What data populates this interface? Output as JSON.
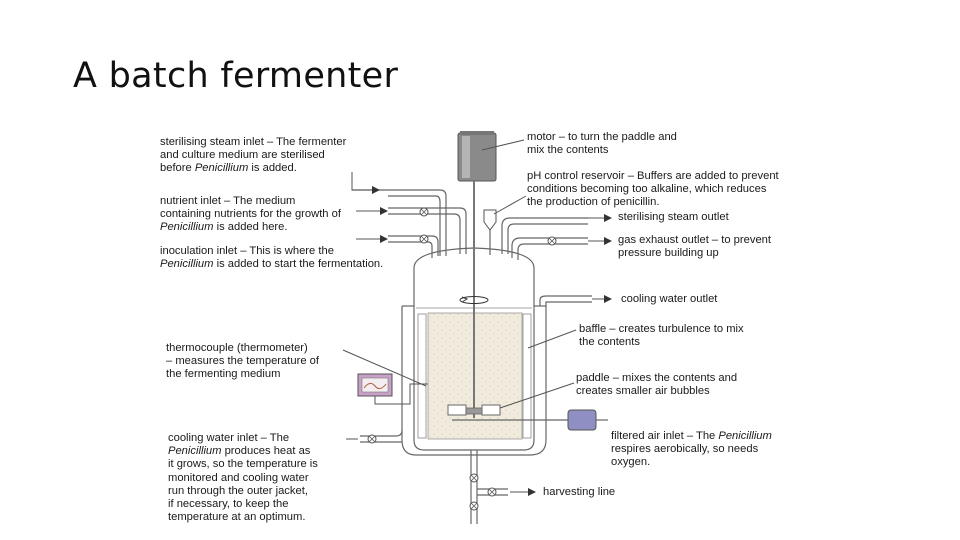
{
  "slide": {
    "title": "A batch fermenter"
  },
  "labels": {
    "steam_inlet": [
      "sterilising steam inlet – The fermenter",
      "and culture medium are sterilised",
      "before ",
      "Penicillium",
      " is added."
    ],
    "nutrient_inlet": [
      "nutrient inlet – The medium",
      "containing nutrients for the growth of",
      "Penicillium",
      " is added here."
    ],
    "inoculation_inlet": [
      "inoculation inlet – This is where the",
      "Penicillium",
      " is added to start the fermentation."
    ],
    "thermocouple": [
      "thermocouple (thermometer)",
      "– measures the temperature of",
      "the fermenting medium"
    ],
    "cooling_inlet": [
      "cooling water inlet – The",
      "Penicillium",
      " produces heat as",
      "it grows, so the temperature is",
      "monitored and cooling water",
      "run through the outer jacket,",
      "if necessary, to keep the",
      "temperature at an optimum."
    ],
    "motor": [
      "motor – to turn the paddle and",
      "mix the contents"
    ],
    "ph_reservoir": [
      "pH control reservoir – Buffers are added to prevent",
      "conditions becoming too alkaline, which reduces",
      "the production of penicillin."
    ],
    "steam_outlet": "sterilising steam outlet",
    "gas_exhaust": [
      "gas exhaust outlet – to prevent",
      "pressure building up"
    ],
    "cooling_outlet": "cooling water outlet",
    "baffle": [
      "baffle – creates turbulence to mix",
      "the contents"
    ],
    "paddle": [
      "paddle – mixes the contents and",
      "creates smaller air bubbles"
    ],
    "air_inlet": [
      "filtered air inlet – The ",
      "Penicillium",
      "respires aerobically, so needs",
      "oxygen."
    ],
    "harvesting": "harvesting line"
  },
  "colors": {
    "motor_body": "#8a8a8a",
    "medium": "#f1ebde",
    "filter": "#8f8fc4",
    "thermo_box": "#c8a0c8",
    "vessel_line": "#666666"
  }
}
